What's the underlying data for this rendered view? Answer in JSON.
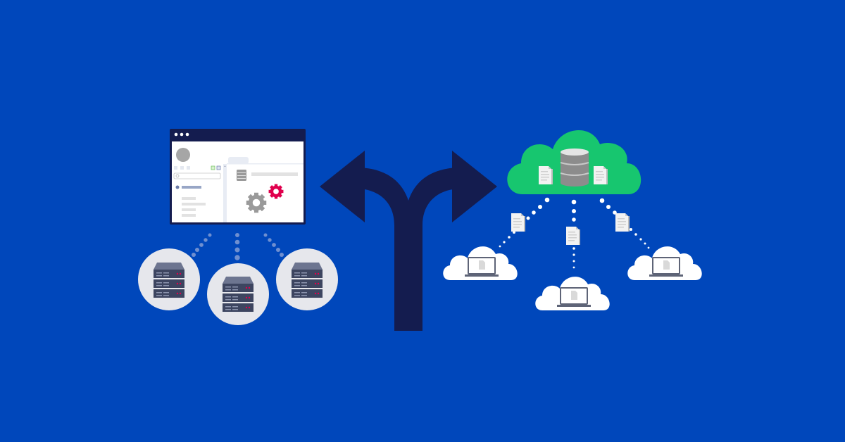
{
  "colors": {
    "background": "#0047bb",
    "navy": "#141c4f",
    "cloud_green": "#17c66f",
    "server_circle": "#e6e7ec",
    "gear_gray": "#9a9a9a",
    "gear_accent": "#e0004d",
    "dots": "#6f8fd0"
  },
  "icons": [
    "browser-window",
    "server-rack",
    "fork-arrow",
    "database",
    "document",
    "laptop",
    "cloud"
  ]
}
